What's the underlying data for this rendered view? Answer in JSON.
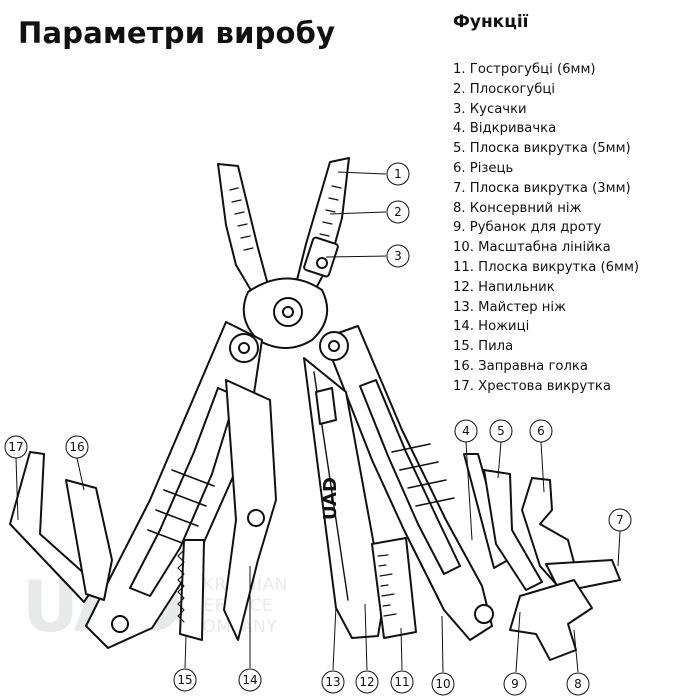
{
  "header": {
    "title": "Параметри виробу"
  },
  "functions": {
    "title": "Функції",
    "items": [
      "1. Гострогубці (6мм)",
      "2. Плоскогубці",
      "3. Кусачки",
      "4. Відкривачка",
      "5. Плоска викрутка (5мм)",
      "6. Різець",
      "7. Плоска викрутка (3мм)",
      "8. Консервний ніж",
      "9. Рубанок для дроту",
      "10. Масштабна лінійка",
      "11. Плоска викрутка (6мм)",
      "12. Напильник",
      "13. Майстер ніж",
      "14. Ножиці",
      "15. Пила",
      "16. Заправна голка",
      "17. Хрестова викрутка"
    ]
  },
  "callouts": [
    "1",
    "2",
    "3",
    "4",
    "5",
    "6",
    "7",
    "8",
    "9",
    "10",
    "11",
    "12",
    "13",
    "14",
    "15",
    "16",
    "17"
  ],
  "blade_logo": "UAD",
  "watermark": {
    "logo": "UAD",
    "line1": "UKRAINIAN",
    "line2": "DEFENCE",
    "line3": "COMPANY"
  }
}
